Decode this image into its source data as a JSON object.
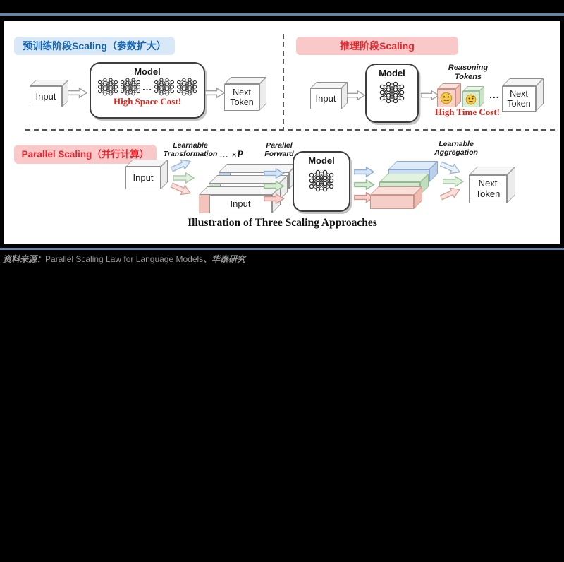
{
  "caption": "Illustration of Three Scaling Approaches",
  "source_line": {
    "prefix": "资料来源：",
    "text": "Parallel Scaling Law for Language Models",
    "separator": "、",
    "org": "华泰研究"
  },
  "pretrain": {
    "label": "预训练阶段Scaling（参数扩大）",
    "input": "Input",
    "model": "Model",
    "dots": "...",
    "cost": "High Space Cost!",
    "next_token": "Next Token"
  },
  "inference": {
    "label": "推理阶段Scaling",
    "input": "Input",
    "model": "Model",
    "reasoning_tokens": "Reasoning Tokens",
    "dots": "...",
    "cost": "High Time Cost!",
    "next_token": "Next Token"
  },
  "parallel": {
    "label": "Parallel Scaling（并行计算）",
    "learnable_transformation": "Learnable Transformation",
    "dots": "...",
    "times": "×",
    "p": "P",
    "parallel_forward": "Parallel Forward",
    "input": "Input",
    "stacked_input": "Input",
    "model": "Model",
    "learnable_aggregation": "Learnable Aggregation",
    "next_token": "Next Token"
  },
  "colors": {
    "rule": "#6285ab",
    "panel_bg": "#ffffff",
    "label_blue_bg": "#d9e8f7",
    "label_blue_text": "#1565b0",
    "label_pink_bg": "#f9c9ca",
    "label_red_text": "#e8262d",
    "cost_red": "#df251c",
    "slab_blue": "#cdddf2",
    "slab_green": "#d2e8cf",
    "slab_pink": "#f5cfc7",
    "source_text": "#95979a"
  }
}
